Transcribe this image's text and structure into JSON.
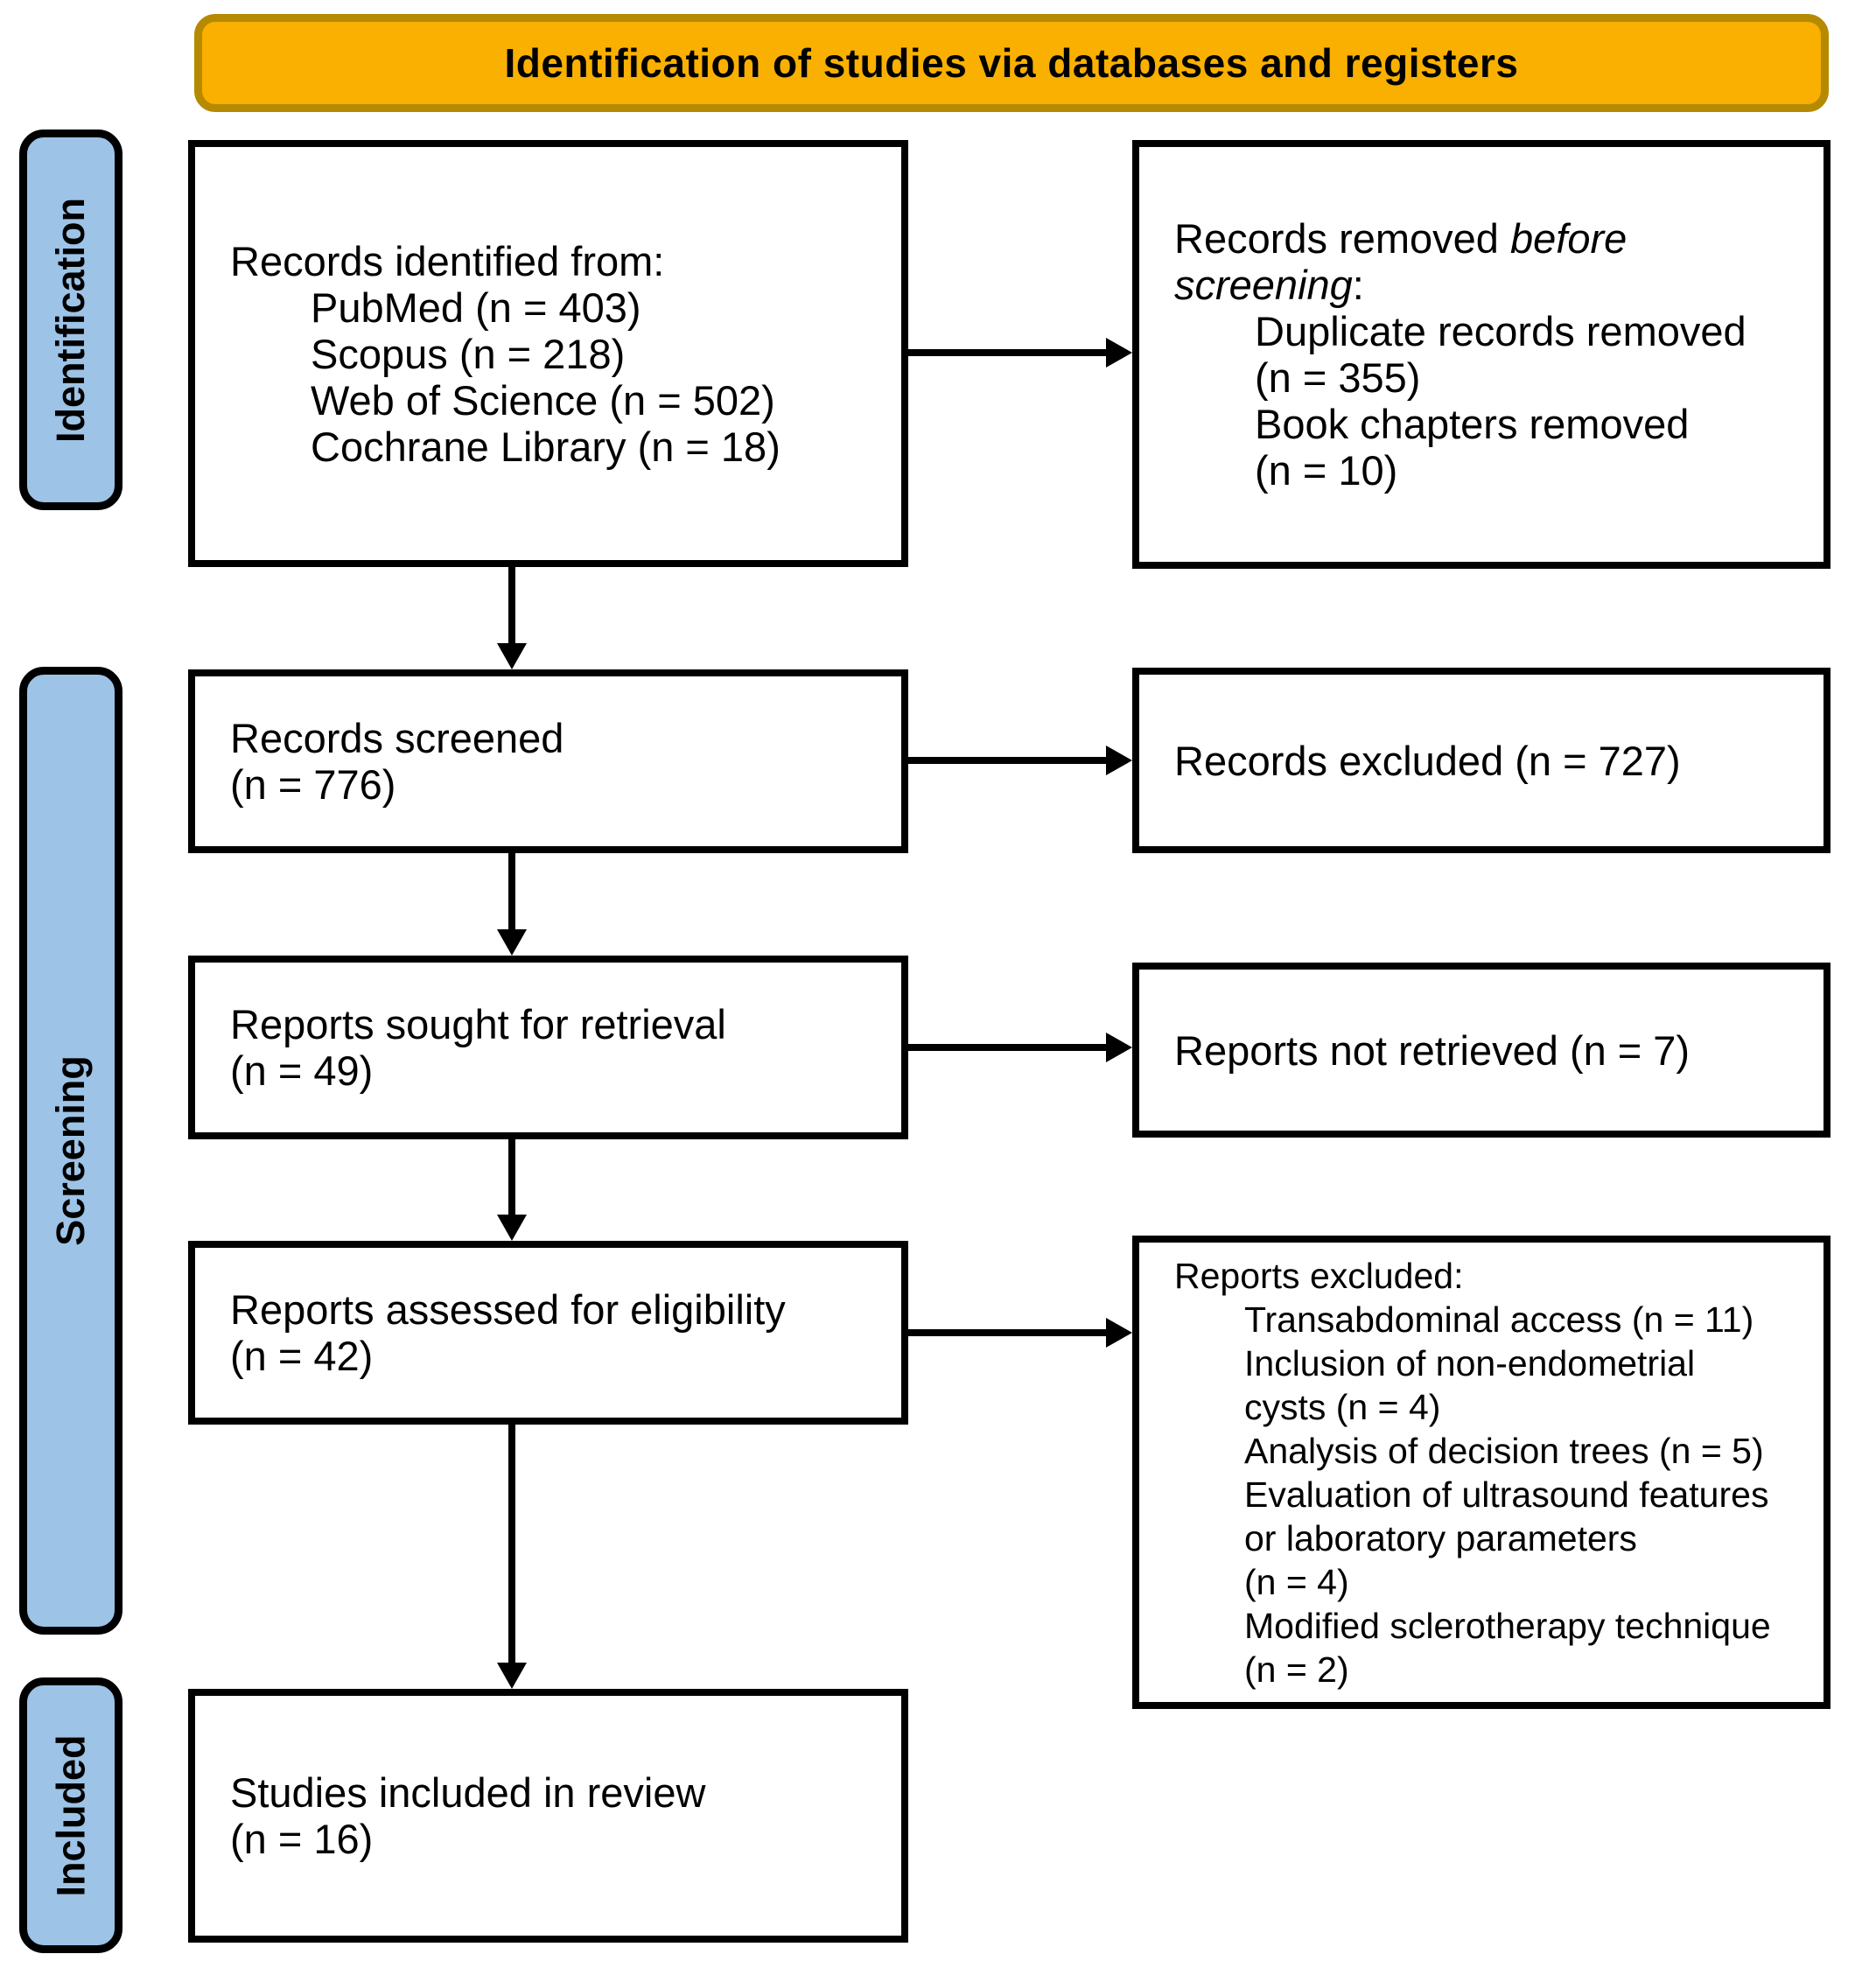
{
  "banner": {
    "title": "Identification of studies via databases and registers"
  },
  "colors": {
    "banner-bg": "#F9B001",
    "banner-border": "#B68A00",
    "stage-bg": "#9DC3E6",
    "stage-border": "#000000",
    "box-border": "#000000",
    "text": "#000000"
  },
  "stages": [
    {
      "label": "Identification"
    },
    {
      "label": "Screening"
    },
    {
      "label": "Included"
    }
  ],
  "boxes": {
    "identified": {
      "lines": [
        "Records identified from:",
        "PubMed (n = 403)",
        "Scopus (n = 218)",
        "Web of Science (n = 502)",
        "Cochrane Library (n = 18)"
      ]
    },
    "removed": {
      "l0_normal": "Records removed ",
      "l0_italic": "before",
      "l1_italic": "screening",
      "l1_normal": ":",
      "items": [
        "Duplicate records removed",
        "(n = 355)",
        "Book chapters removed",
        "(n = 10)"
      ]
    },
    "screened": {
      "lines": [
        "Records screened",
        "(n = 776)"
      ]
    },
    "records_excluded": {
      "label": "Records excluded (n = 727)"
    },
    "sought": {
      "lines": [
        "Reports sought for retrieval",
        "(n = 49)"
      ]
    },
    "not_retrieved": {
      "label": "Reports not retrieved (n = 7)"
    },
    "assessed": {
      "lines": [
        "Reports assessed for eligibility",
        "(n = 42)"
      ]
    },
    "reports_excluded": {
      "lines": [
        "Reports excluded:",
        "Transabdominal access (n = 11)",
        "Inclusion of non-endometrial",
        "cysts (n = 4)",
        "Analysis of decision trees (n = 5)",
        "Evaluation of ultrasound features",
        "or laboratory parameters",
        "(n = 4)",
        "Modified sclerotherapy technique",
        "(n = 2)"
      ]
    },
    "included": {
      "lines": [
        "Studies included in review",
        "(n = 16)"
      ]
    }
  }
}
